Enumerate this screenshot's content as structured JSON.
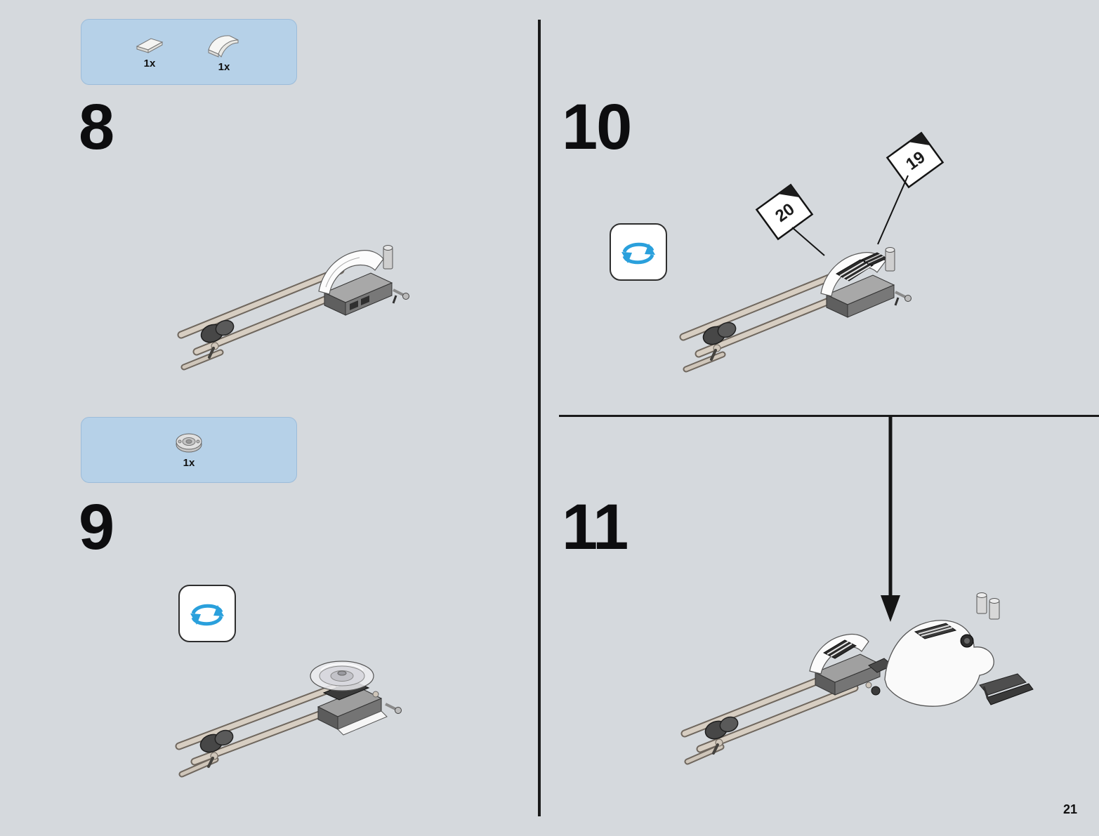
{
  "page": {
    "number": "21"
  },
  "steps": {
    "s8": "8",
    "s9": "9",
    "s10": "10",
    "s11": "11"
  },
  "parts_boxes": {
    "step8": {
      "parts": [
        {
          "count": "1x",
          "part": "white flat tile"
        },
        {
          "count": "1x",
          "part": "white curved slope"
        }
      ]
    },
    "step9": {
      "parts": [
        {
          "count": "1x",
          "part": "light gray turntable base"
        }
      ]
    }
  },
  "stickers": {
    "s19": "19",
    "s20": "20"
  },
  "icons": {
    "rotate": "rotate-model-icon"
  },
  "colors": {
    "page_bg": "#d5d9dd",
    "callout_bg": "#b6d1e8",
    "accent_blue": "#2aa0dc",
    "divider": "#1a1a1a",
    "ink": "#0d0d0f"
  }
}
